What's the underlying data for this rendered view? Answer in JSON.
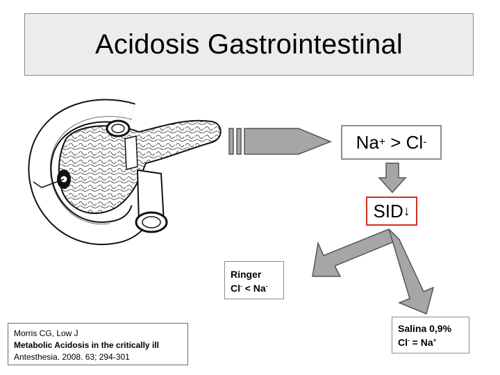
{
  "title": "Acidosis Gastrointestinal",
  "nacl_box": {
    "na": "Na",
    "na_sup": "+",
    "op": " > ",
    "cl": "Cl",
    "cl_sup": "-"
  },
  "sid_box": {
    "text": "SID",
    "arrow": "↓"
  },
  "ringer_box": {
    "line1": "Ringer",
    "cl": "Cl",
    "cl_sup": "-",
    "op": " < Na",
    "na_sup": "-"
  },
  "salina_box": {
    "line1": "Salina 0,9%",
    "cl": "Cl",
    "cl_sup": "-",
    "op": " = Na",
    "na_sup": "+"
  },
  "reference": {
    "authors": "Morris CG, Low J",
    "article": "Metabolic Acidosis in the critically ill",
    "journal": "Antesthesia. 2008. 63; 294-301"
  },
  "colors": {
    "arrow_fill": "#a6a6a6",
    "arrow_stroke": "#555555",
    "sid_border": "#d03020"
  },
  "icons": {
    "illustration": "pancreas-duodenum-icon"
  }
}
